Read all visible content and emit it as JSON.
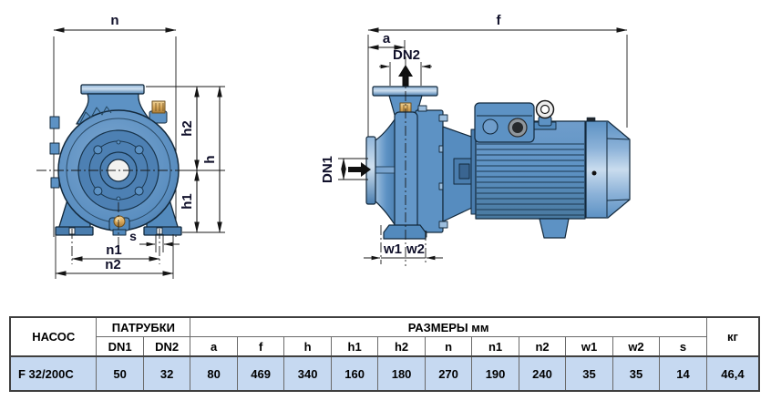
{
  "front_view": {
    "dim_labels": {
      "n": "n",
      "h2": "h2",
      "h": "h",
      "h1": "h1",
      "s": "s",
      "n1": "n1",
      "n2": "n2"
    }
  },
  "side_view": {
    "dim_labels": {
      "f": "f",
      "a": "a",
      "dn2": "DN2",
      "dn1": "DN1",
      "w1": "w1",
      "w2": "w2"
    }
  },
  "colors": {
    "pump_body_blue": "#5d92c4",
    "brass": "#d9a85a",
    "data_row_bg": "#c6d9f1"
  },
  "table": {
    "col_pump": "НАСОС",
    "col_ports": "ПАТРУБКИ",
    "col_dims": "РАЗМЕРЫ мм",
    "col_weight": "кг",
    "sub_headers": [
      "DN1",
      "DN2",
      "a",
      "f",
      "h",
      "h1",
      "h2",
      "n",
      "n1",
      "n2",
      "w1",
      "w2",
      "s"
    ],
    "row": {
      "pump": "F 32/200C",
      "DN1": "50",
      "DN2": "32",
      "a": "80",
      "f": "469",
      "h": "340",
      "h1": "160",
      "h2": "180",
      "n": "270",
      "n1": "190",
      "n2": "240",
      "w1": "35",
      "w2": "35",
      "s": "14",
      "kg": "46,4"
    }
  }
}
